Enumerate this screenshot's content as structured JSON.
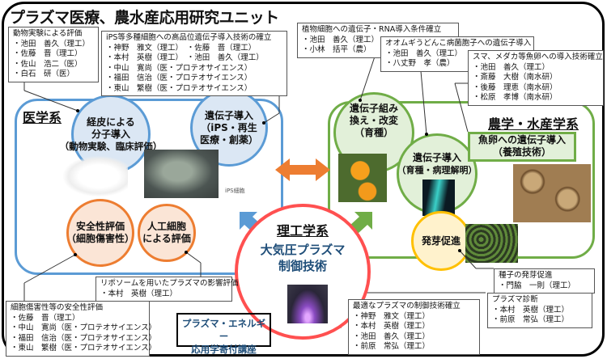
{
  "title": "プラズマ医療、農水産応用研究ユニット",
  "colors": {
    "medical": "#5b9bd5",
    "agri": "#70ad47",
    "eng": "#ff5050",
    "orange": "#ed7d31",
    "yellow": "#ffc000",
    "navy": "#1f4e79"
  },
  "boxes": {
    "animal": {
      "heading": "動物実験による評価",
      "members": [
        "・池田　善久（理工）",
        "・佐藤　晋（理工）",
        "・佐山　浩二（医）",
        "・白石　研（医）"
      ]
    },
    "ips": {
      "heading": "iPS等多種細胞への高品位遺伝子導入技術の確立",
      "members": [
        "・神野　雅文（理工）　・佐藤　晋（理工）",
        "・本村　英樹（理工）　・池田　善久（理工）",
        "・中山　寛尚（医・プロテオサイエンス）",
        "・福田　信治（医・プロテオサイエンス）",
        "・東山　繁樹（医・プロテオサイエンス）"
      ]
    },
    "plant": {
      "heading": "植物細胞への遺伝子・RNA導入条件確立",
      "members": [
        "・池田　善久（理工）",
        "・小林　括平（農）"
      ]
    },
    "barley": {
      "heading": "オオムギうどんこ病菌胞子への遺伝子導入",
      "members": [
        "・池田　善久（理工）",
        "・八丈野　孝（農）"
      ]
    },
    "fish": {
      "heading": "スマ、メダカ等魚卵への導入技術確立",
      "members": [
        "・池田　善久（理工）",
        "・斎藤　大樹（南水研）",
        "・後藤　理恵（南水研）",
        "・松原　孝博（南水研）"
      ]
    },
    "liposome": {
      "heading": "リポソームを用いたプラズマの影響評価",
      "members": [
        "・本村　英樹（理工）"
      ]
    },
    "safety": {
      "heading": "細胞傷害性等の安全性評価",
      "members": [
        "・佐藤　晋（理工）",
        "・中山　寛尚（医・プロテオサイエンス）",
        "・福田　信治（医・プロテオサイエンス）",
        "・東山　繁樹（医・プロテオサイエンス）"
      ]
    },
    "control": {
      "heading": "最適なプラズマの制御技術確立",
      "members": [
        "・神野　雅文（理工）",
        "・本村　英樹（理工）",
        "・池田　善久（理工）",
        "・前原　常弘（理工）"
      ]
    },
    "seed": {
      "heading": "種子の発芽促進",
      "members": [
        "・門脇　一則（理工）"
      ]
    },
    "diag": {
      "heading": "プラズマ診断",
      "members": [
        "・本村　英樹（理工）",
        "・前原　常弘（理工）"
      ]
    }
  },
  "medical": {
    "label": "医学系",
    "c1": [
      "経皮による",
      "分子導入",
      "（動物実験、臨床評価）"
    ],
    "c2": [
      "遺伝子導入",
      "（iPS・再生",
      "医療・創薬）"
    ],
    "c3": [
      "安全性評価",
      "（細胞傷害性）"
    ],
    "c4": [
      "人工細胞",
      "による評価"
    ],
    "ips_caption": "iPS細胞"
  },
  "agri": {
    "label": "農学・水産学系",
    "c1": [
      "遺伝子組み",
      "換え・改変",
      "（育種）"
    ],
    "c2": [
      "遺伝子導入",
      "（育種・病理解明）"
    ],
    "fish": [
      "魚卵への遺伝子導入",
      "（養殖技術）"
    ],
    "sprout": "発芽促進"
  },
  "eng": {
    "label": "理工学系",
    "tech": [
      "大気圧プラズマ",
      "制御技術"
    ]
  },
  "course": [
    "プラズマ・エネルギー",
    "応用学寄付講座"
  ]
}
